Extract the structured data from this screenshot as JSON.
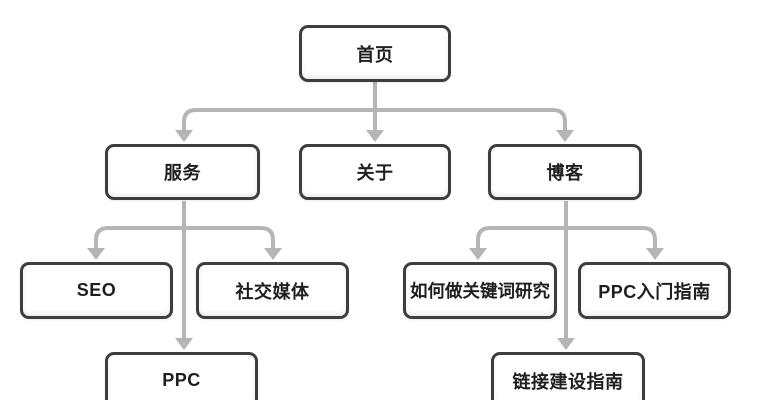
{
  "diagram": {
    "type": "sitemap-tree",
    "nodes": {
      "home": {
        "label": "首页"
      },
      "services": {
        "label": "服务"
      },
      "about": {
        "label": "关于"
      },
      "blog": {
        "label": "博客"
      },
      "seo": {
        "label": "SEO"
      },
      "social": {
        "label": "社交媒体"
      },
      "keyword": {
        "label": "如何做关键词研究"
      },
      "ppc_guide": {
        "label": "PPC入门指南"
      },
      "ppc": {
        "label": "PPC"
      },
      "link_building": {
        "label": "链接建设指南"
      }
    },
    "edges": [
      {
        "from": "首页",
        "to": "服务"
      },
      {
        "from": "首页",
        "to": "关于"
      },
      {
        "from": "首页",
        "to": "博客"
      },
      {
        "from": "服务",
        "to": "SEO"
      },
      {
        "from": "服务",
        "to": "社交媒体"
      },
      {
        "from": "服务",
        "to": "PPC"
      },
      {
        "from": "博客",
        "to": "如何做关键词研究"
      },
      {
        "from": "博客",
        "to": "PPC入门指南"
      },
      {
        "from": "博客",
        "to": "链接建设指南"
      }
    ],
    "colors": {
      "node_border": "#3d3d3d",
      "node_fill": "#ffffff",
      "node_text": "#1f1f1f",
      "connector": "#b5b5b5",
      "background": "#ffffff"
    }
  }
}
